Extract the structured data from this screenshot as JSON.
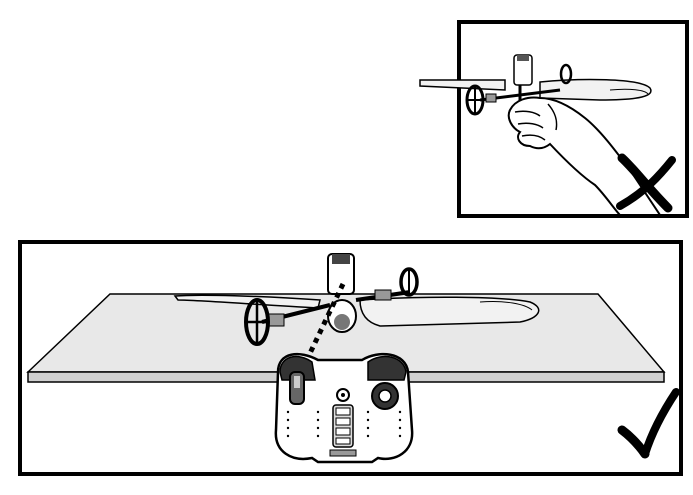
{
  "panels": [
    {
      "id": "top",
      "verdict": "incorrect",
      "verdict_symbol": "✗",
      "scene": "drone-held-in-hand"
    },
    {
      "id": "bottom",
      "verdict": "correct",
      "verdict_symbol": "✓",
      "scene": "drone-on-flat-surface-with-controller"
    }
  ],
  "colors": {
    "outline": "#000000",
    "surface_top": "#e8e8e8",
    "surface_edge": "#cfcfcf",
    "fill_light": "#f2f2f2",
    "fill_mid": "#9a9a9a"
  }
}
